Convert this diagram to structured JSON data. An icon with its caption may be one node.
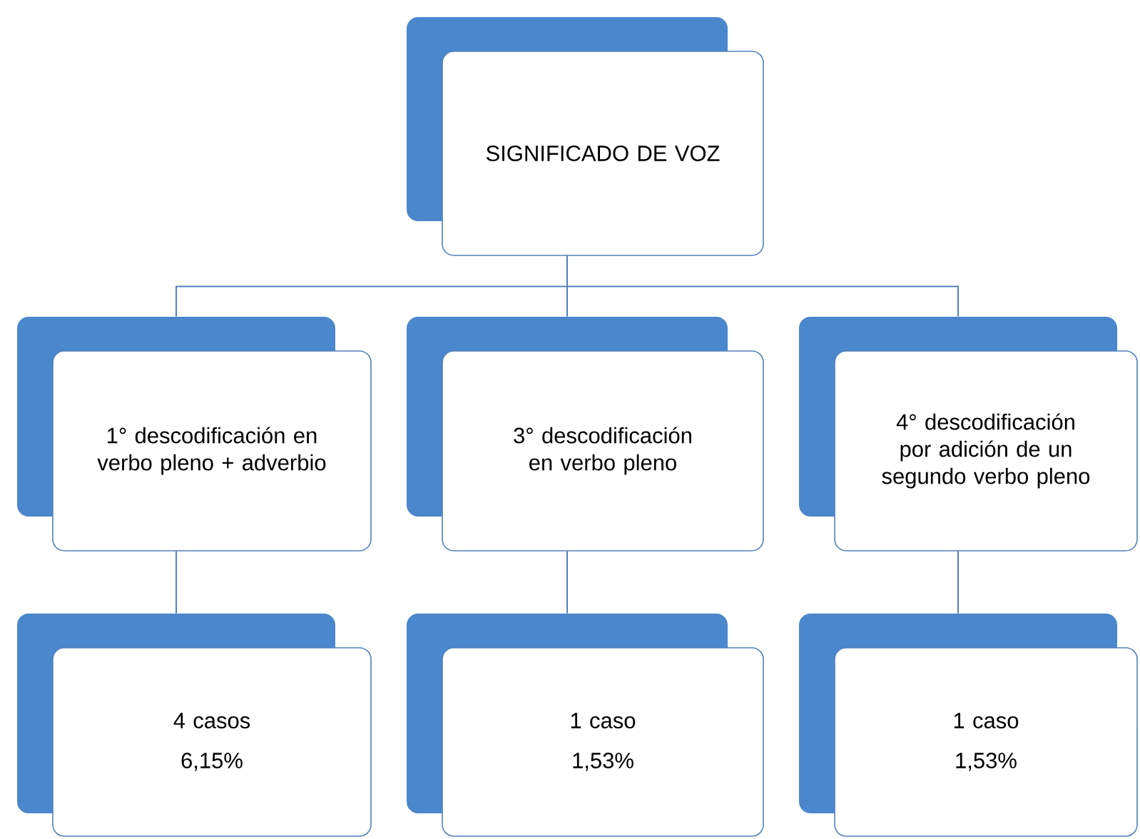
{
  "diagram": {
    "nodes": [
      {
        "text": [
          "SIGNIFICADO DE VOZ"
        ]
      },
      {
        "text": [
          "1° descodificación en verbo pleno + adverbio"
        ]
      },
      {
        "text": [
          "3° descodificación en verbo pleno"
        ]
      },
      {
        "text": [
          "4° descodificación por adición de un segundo verbo pleno"
        ]
      },
      {
        "text": [
          "4 casos",
          "6,15%"
        ]
      },
      {
        "text": [
          "1 caso",
          "1,53%"
        ]
      },
      {
        "text": [
          "1 caso",
          "1,53%"
        ]
      }
    ],
    "edges": [
      {
        "from": 0,
        "to": 1,
        "arrow": "none"
      },
      {
        "from": 0,
        "to": 2,
        "arrow": "none"
      },
      {
        "from": 0,
        "to": 3,
        "arrow": "none"
      },
      {
        "from": 1,
        "to": 4,
        "arrow": "none"
      },
      {
        "from": 2,
        "to": 5,
        "arrow": "none"
      },
      {
        "from": 3,
        "to": 6,
        "arrow": "none"
      }
    ]
  }
}
